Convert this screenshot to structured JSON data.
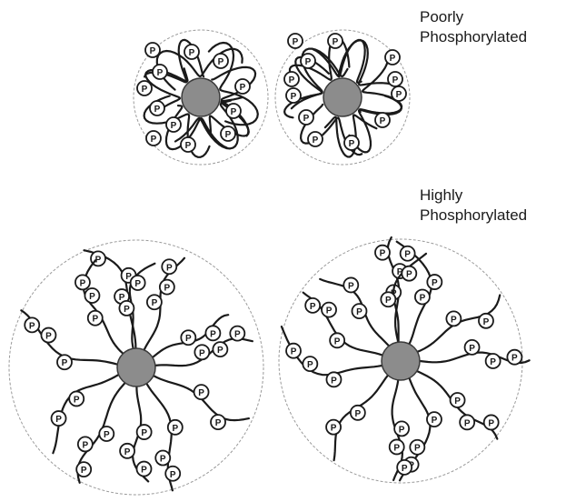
{
  "labels": {
    "poorly": [
      "Poorly",
      "Phosphorylated"
    ],
    "highly": [
      "Highly",
      "Phosphorylated"
    ]
  },
  "phospho_symbol": "P",
  "colors": {
    "core_fill": "#8c8c8c",
    "core_stroke": "#3a3a3a",
    "chain": "#1a1a1a",
    "boundary": "#9a9a9a"
  },
  "particles": [
    {
      "state": "poorly phosphorylated",
      "core": "gray sphere",
      "chains": "compact, collapsed"
    },
    {
      "state": "poorly phosphorylated",
      "core": "gray sphere",
      "chains": "compact, collapsed"
    },
    {
      "state": "highly phosphorylated",
      "core": "gray sphere",
      "chains": "extended, radial"
    },
    {
      "state": "highly phosphorylated",
      "core": "gray sphere",
      "chains": "extended, radial"
    }
  ]
}
